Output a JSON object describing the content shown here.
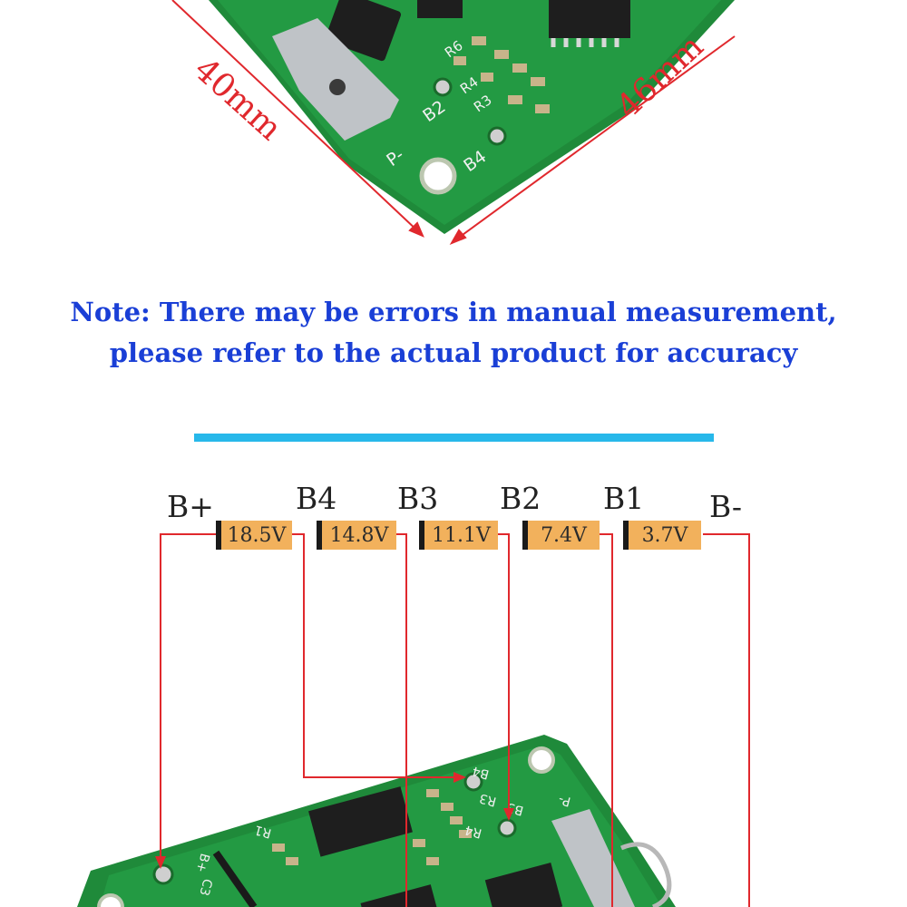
{
  "dimensions": {
    "width_label": "40mm",
    "length_label": "46mm"
  },
  "board_silkscreen": {
    "top": [
      "R6",
      "B2",
      "R4",
      "R3",
      "B4",
      "P-"
    ],
    "bottom": [
      "B4",
      "B3",
      "R3",
      "R4",
      "P-",
      "B+",
      "C3",
      "R1"
    ]
  },
  "note": {
    "line1": "Note: There may be errors in manual measurement,",
    "line2": "please refer to the actual product for accuracy"
  },
  "wiring": {
    "nodes": [
      "B+",
      "B4",
      "B3",
      "B2",
      "B1",
      "B-"
    ],
    "cells": [
      "18.5V",
      "14.8V",
      "11.1V",
      "7.4V",
      "3.7V"
    ]
  },
  "colors": {
    "note_text": "#1a3fd6",
    "divider": "#27b8ea",
    "cell_fill": "#f2b15c",
    "wire": "#e0282d",
    "pcb": "#1f8a3a",
    "measure_line": "#e0282d"
  }
}
